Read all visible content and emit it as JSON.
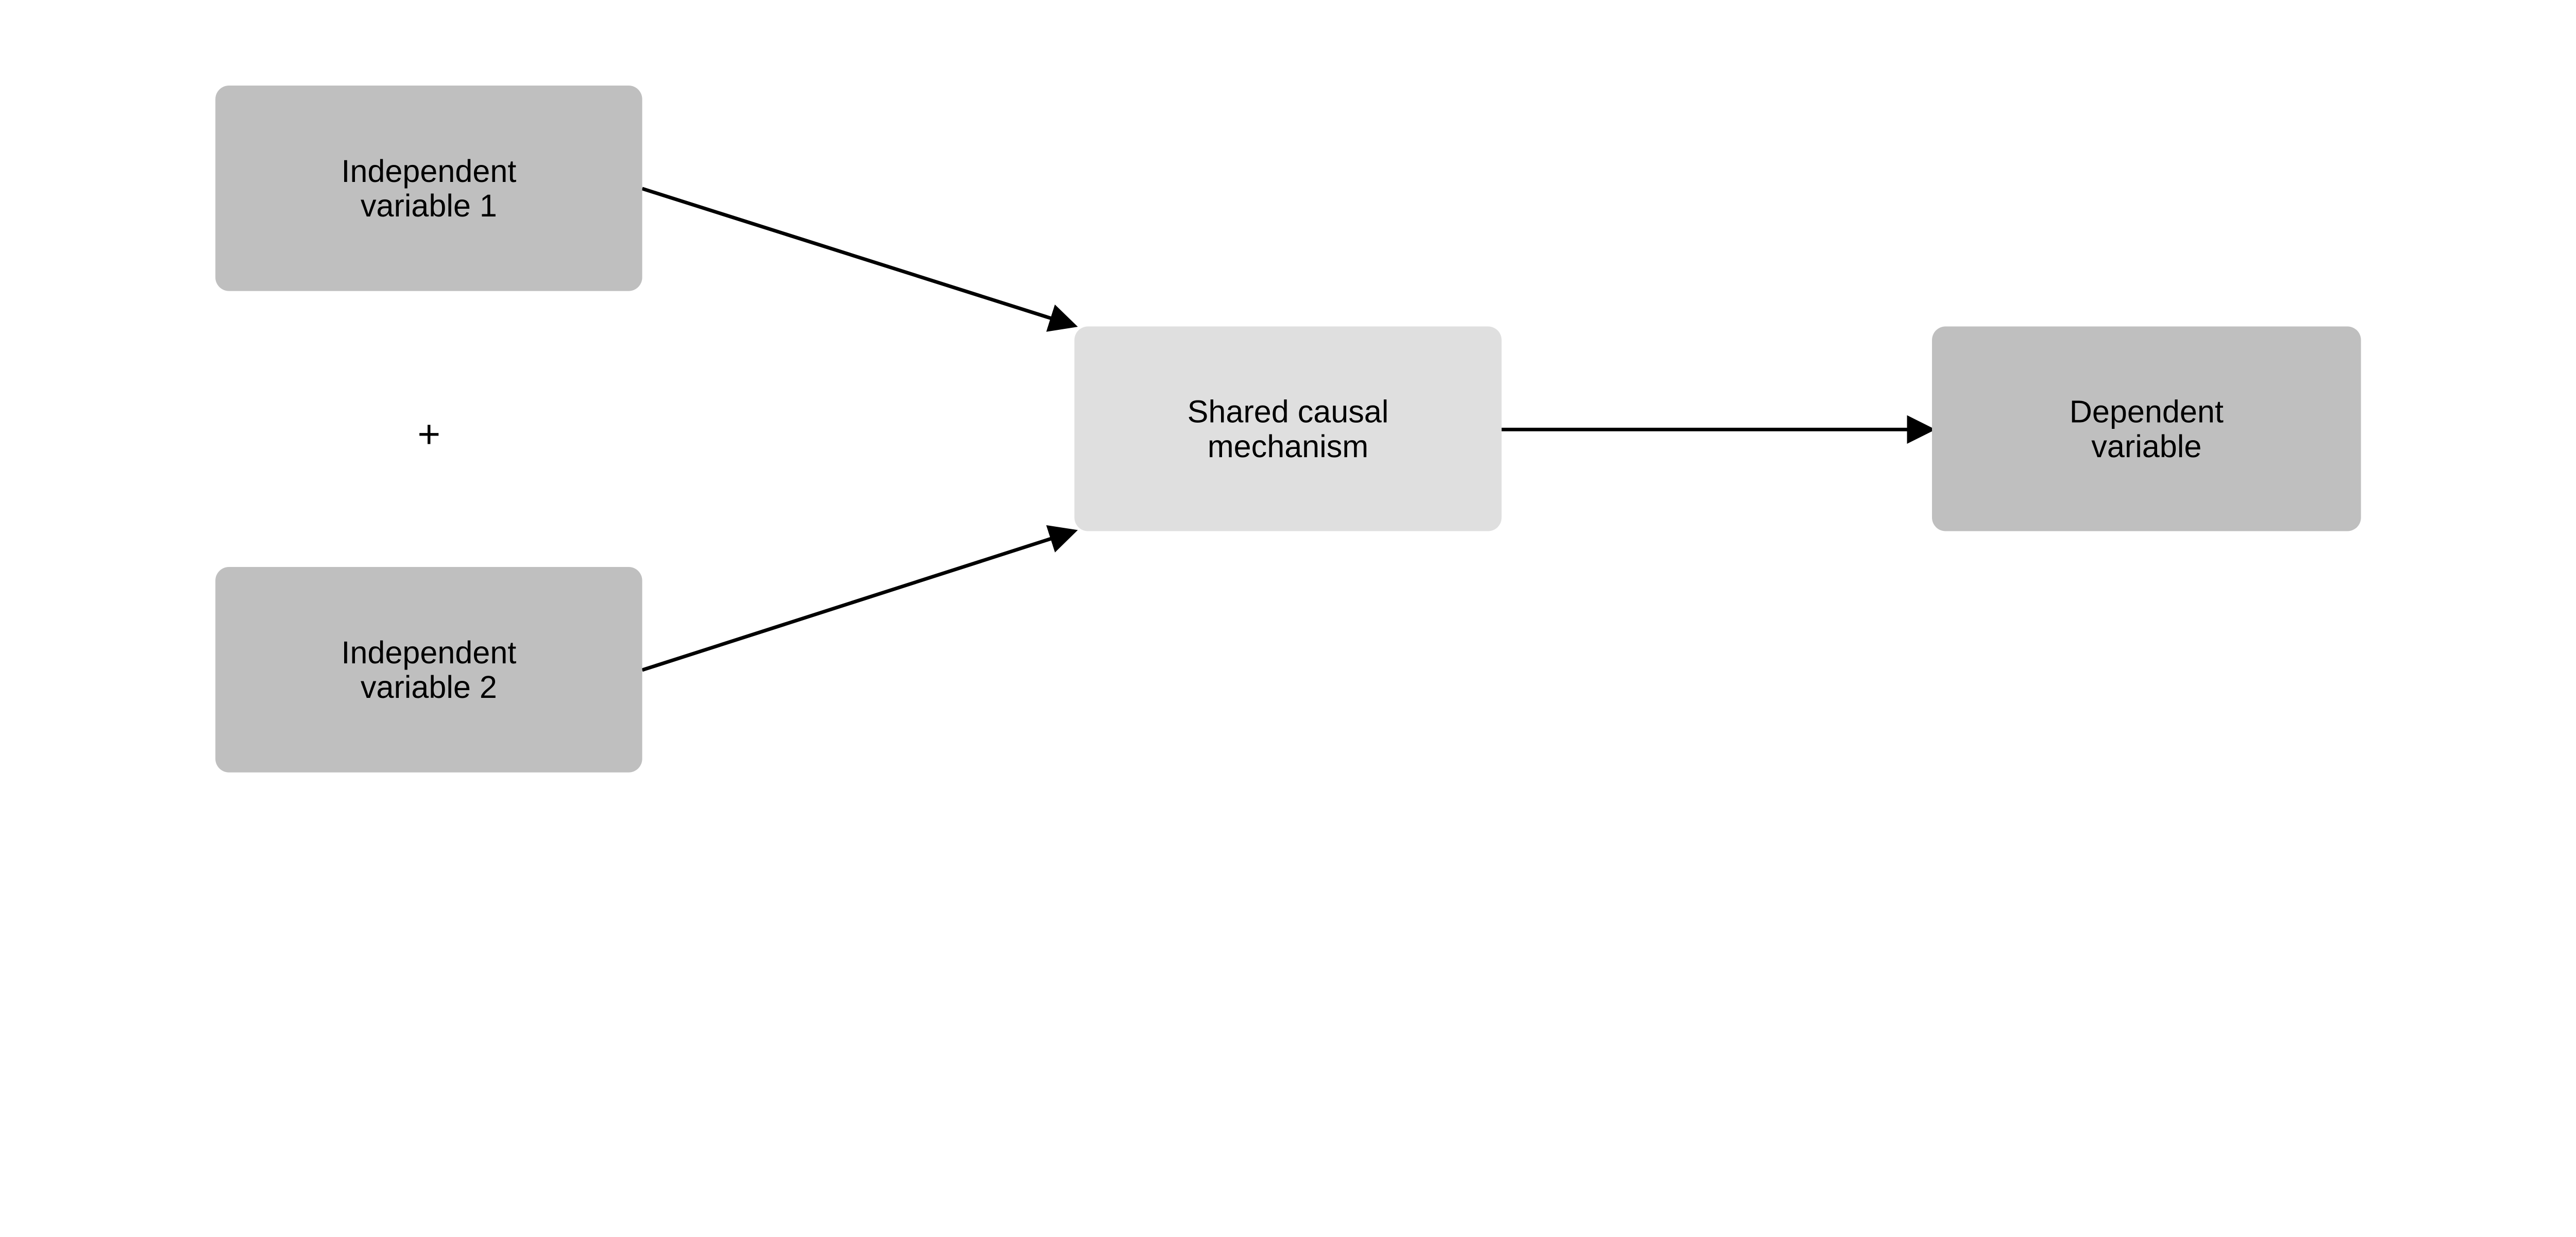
{
  "nodes": [
    {
      "id": "iv1",
      "lines": [
        "Independent",
        "variable 1"
      ],
      "fill": "#bfbfbf"
    },
    {
      "id": "iv2",
      "lines": [
        "Independent",
        "variable 2"
      ],
      "fill": "#bfbfbf"
    },
    {
      "id": "mech",
      "lines": [
        "Shared causal",
        "mechanism"
      ],
      "fill": "#dfdfdf"
    },
    {
      "id": "dv",
      "lines": [
        "Dependent",
        "variable"
      ],
      "fill": "#bfbfbf"
    }
  ],
  "plus_sign": "+",
  "edges": [
    {
      "from": "iv1",
      "to": "mech"
    },
    {
      "from": "iv2",
      "to": "mech"
    },
    {
      "from": "mech",
      "to": "dv"
    }
  ],
  "colors": {
    "edge": "#000000",
    "background": "#ffffff"
  }
}
